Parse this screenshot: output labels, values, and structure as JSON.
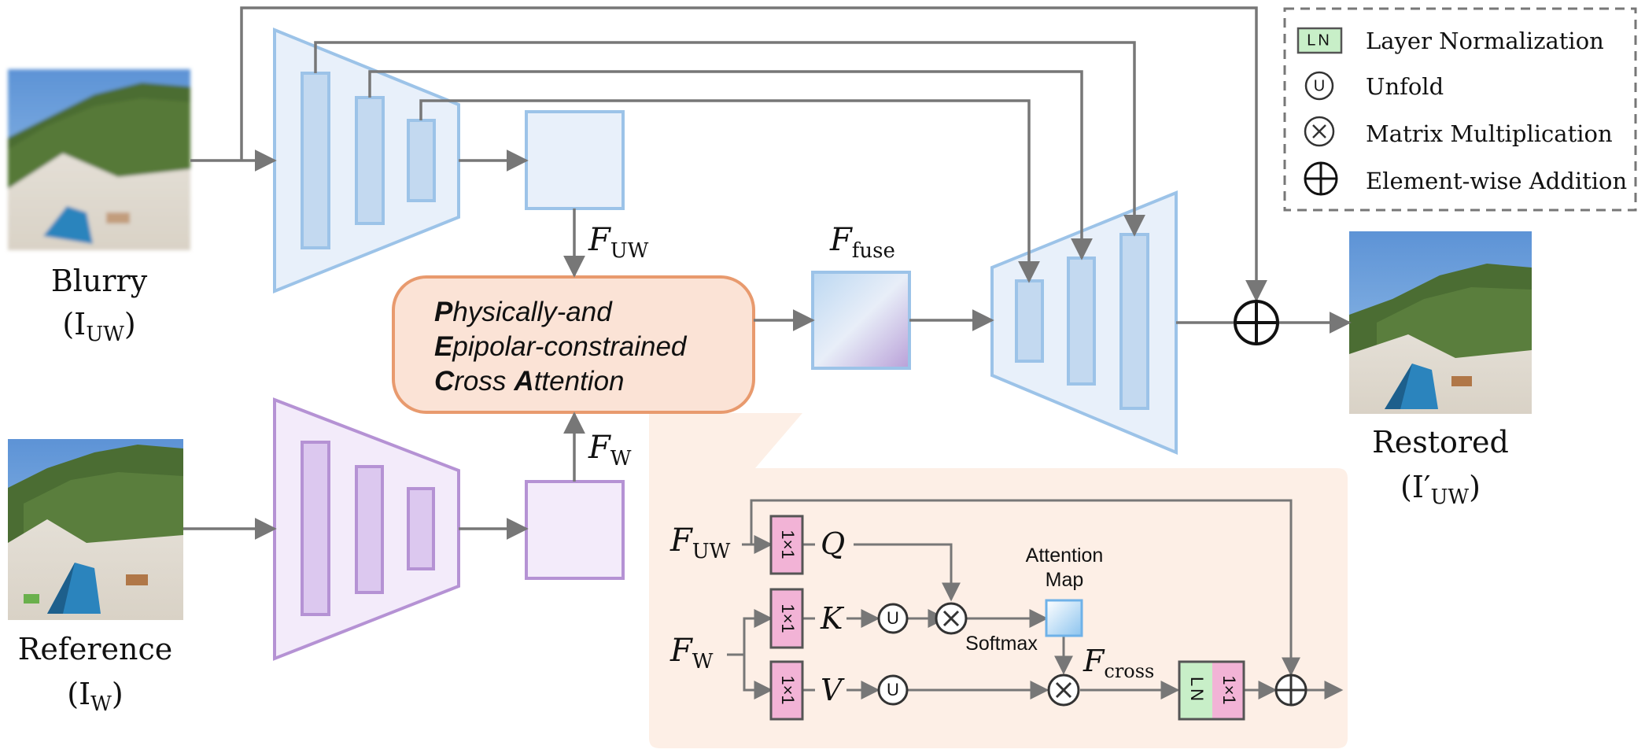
{
  "inputs": {
    "blurry": {
      "label": "Blurry",
      "symbol": "(I",
      "sub": "UW",
      "close": ")"
    },
    "reference": {
      "label": "Reference",
      "symbol": "(I",
      "sub": "W",
      "close": ")"
    },
    "restored": {
      "label": "Restored",
      "symbol": "(I′",
      "sub": "UW",
      "close": ")"
    }
  },
  "features": {
    "f_uw": {
      "main": "F",
      "sub": "UW"
    },
    "f_w": {
      "main": "F",
      "sub": "W"
    },
    "f_fuse": {
      "main": "F",
      "sub": "fuse"
    },
    "f_cross": {
      "main": "F",
      "sub": "cross"
    }
  },
  "attention_block": {
    "line1": {
      "initial": "P",
      "rest": "hysically-and"
    },
    "line2": {
      "initial": "E",
      "rest": "pipolar-constrained"
    },
    "line3a": {
      "initial": "C",
      "rest": "ross"
    },
    "line3b": {
      "initial": "A",
      "rest": "ttention"
    }
  },
  "detail": {
    "q": "Q",
    "k": "K",
    "v": "V",
    "conv": "1×1",
    "ln": "LN",
    "unfold": "U",
    "attention_map": [
      "Attention",
      "Map"
    ],
    "softmax": "Softmax"
  },
  "legend": [
    {
      "icon": "LN",
      "label": "Layer Normalization"
    },
    {
      "icon": "U",
      "label": "Unfold"
    },
    {
      "icon": "×",
      "label": "Matrix Multiplication"
    },
    {
      "icon": "+",
      "label": "Element-wise Addition"
    }
  ],
  "colors": {
    "arrow": "#777777",
    "blue_fill": "#e8f0fa",
    "blue_stroke": "#9cc3e8",
    "blue_bar": "#c3d9f0",
    "purple_fill": "#f3ebfa",
    "purple_stroke": "#b592d4",
    "purple_bar": "#dcc8ef",
    "orange_fill": "#fbe3d6",
    "orange_stroke": "#e89a6e",
    "panel_fill": "#fdefe6",
    "pink": "#f2b3d6",
    "green": "#c8efc8"
  }
}
